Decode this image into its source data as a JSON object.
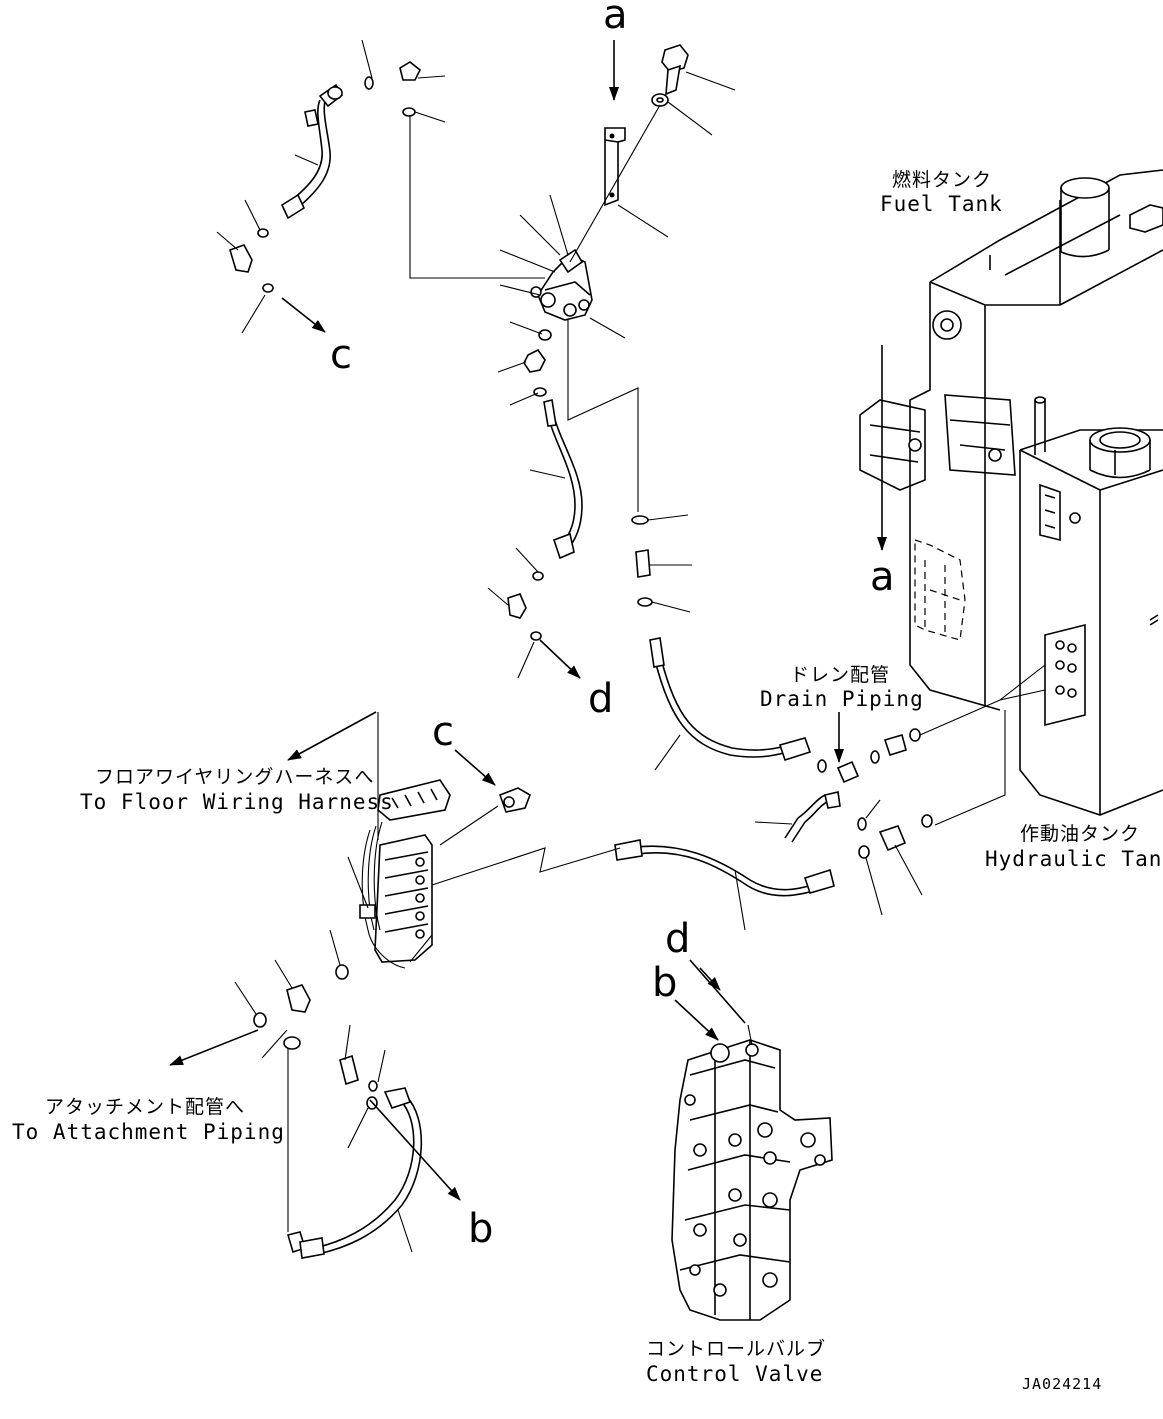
{
  "labels": {
    "fuel_tank_jp": "燃料タンク",
    "fuel_tank_en": "Fuel Tank",
    "drain_piping_jp": "ドレン配管",
    "drain_piping_en": "Drain Piping",
    "floor_harness_jp": "フロアワイヤリングハーネスへ",
    "floor_harness_en": "To Floor Wiring Harness",
    "hydraulic_tank_jp": "作動油タンク",
    "hydraulic_tank_en": "Hydraulic Tank",
    "attachment_jp": "アタッチメント配管へ",
    "attachment_en": "To Attachment Piping",
    "control_valve_jp": "コントロールバルブ",
    "control_valve_en": "Control Valve"
  },
  "reference_letters": {
    "a_top": "a",
    "a_tank": "a",
    "c_left": "c",
    "c_mid": "c",
    "d_mid": "d",
    "d_valve": "d",
    "b_valve": "b",
    "b_hose": "b"
  },
  "drawing_code": "JA024214"
}
